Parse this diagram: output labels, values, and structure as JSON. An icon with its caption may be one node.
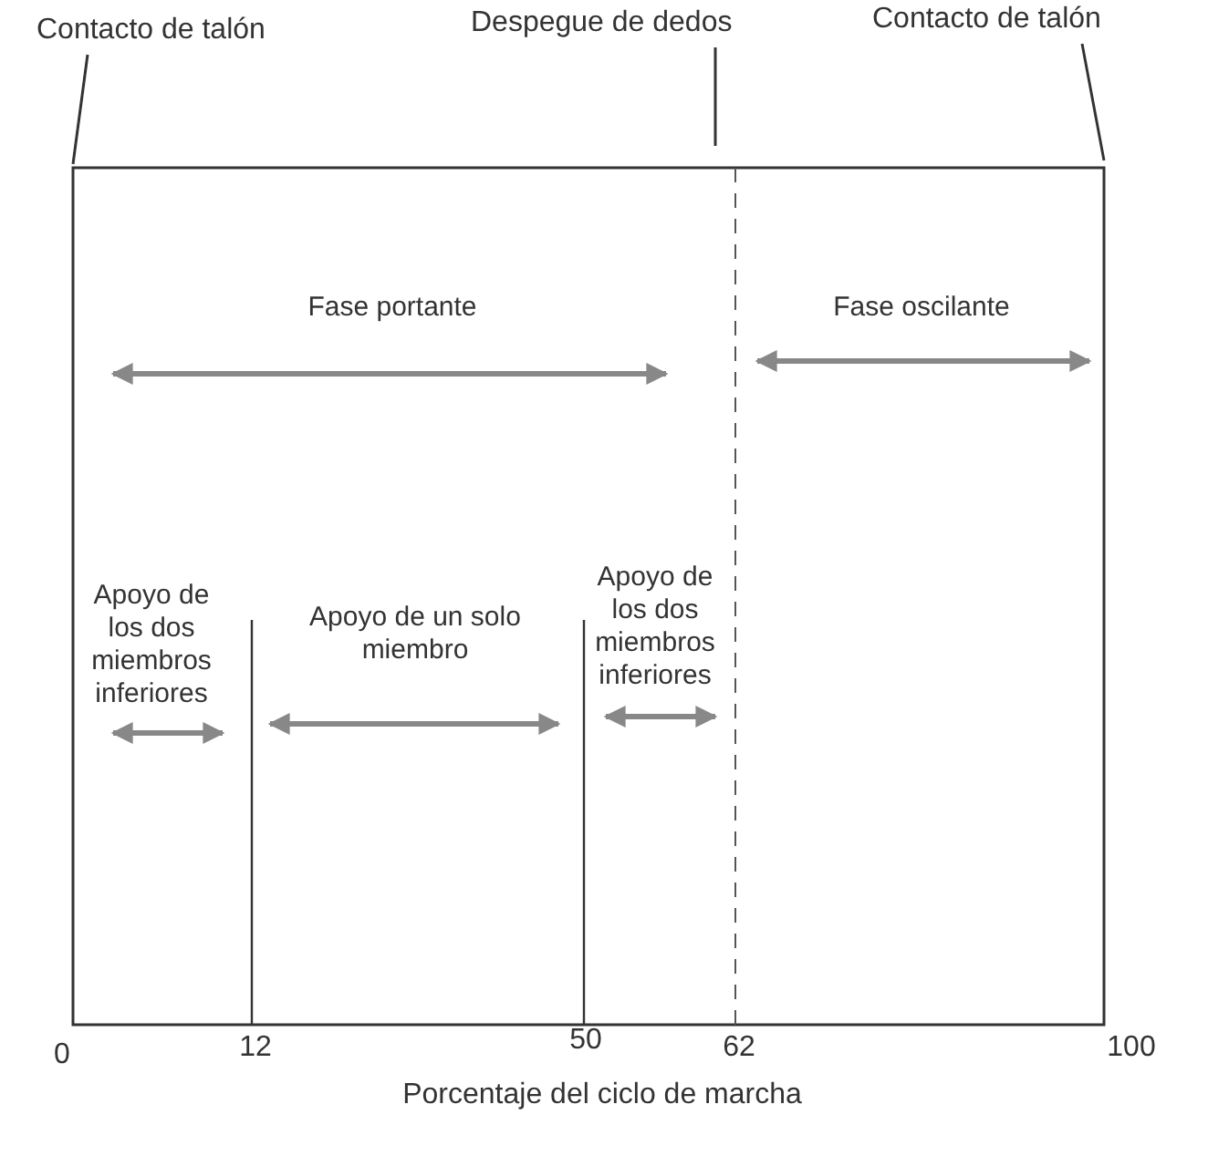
{
  "diagram": {
    "nodes": [
      {
        "text": [
          "Contacto de talón"
        ]
      },
      {
        "text": [
          "Despegue de dedos"
        ]
      },
      {
        "text": [
          "Contacto de talón"
        ]
      }
    ],
    "edges": [
      {
        "from": 0,
        "to": null,
        "arrow": "none"
      },
      {
        "from": 1,
        "to": null,
        "arrow": "none"
      },
      {
        "from": 2,
        "to": null,
        "arrow": "none"
      }
    ],
    "labels": [
      "Fase portante",
      "Fase oscilante",
      "Apoyo de los dos miembros inferiores",
      "Apoyo de un solo miembro",
      "Apoyo de los dos miembros inferiores",
      "0",
      "12",
      "50",
      "62",
      "100",
      "Porcentaje del ciclo de marcha"
    ]
  }
}
